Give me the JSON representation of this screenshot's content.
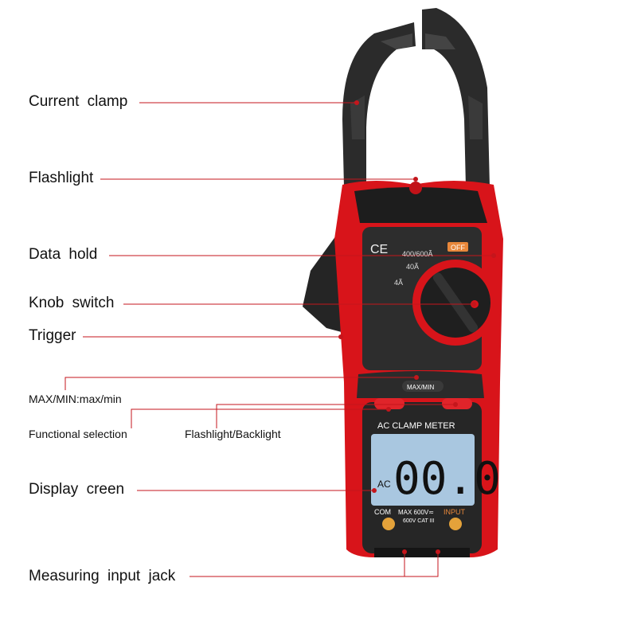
{
  "labels": {
    "current_clamp": "Current clamp",
    "flashlight": "Flashlight",
    "data_hold": "Data hold",
    "knob_switch": "Knob switch",
    "trigger": "Trigger",
    "max_min": "MAX/MIN:max/min",
    "functional_selection": "Functional selection",
    "flashlight_backlight": "Flashlight/Backlight",
    "display_screen": "Display creen",
    "measuring_input_jack": "Measuring input jack"
  },
  "meter": {
    "ce_mark": "CE",
    "range_400_600": "400/600Ã",
    "range_40": "40Ã",
    "range_4": "4Ã",
    "off": "OFF",
    "max_min_button": "MAX/MIN",
    "lcd_title": "AC CLAMP METER",
    "lcd_ac": "AC",
    "lcd_reading": "00.0",
    "com": "COM",
    "max_rating": "MAX 600V≂",
    "input": "INPUT",
    "cat_rating": "600V CAT III"
  },
  "colors": {
    "body_red": "#d8141a",
    "body_dark": "#2a2a2a",
    "leader_line": "#c4161c",
    "lcd_bg": "#a9c7e0"
  }
}
